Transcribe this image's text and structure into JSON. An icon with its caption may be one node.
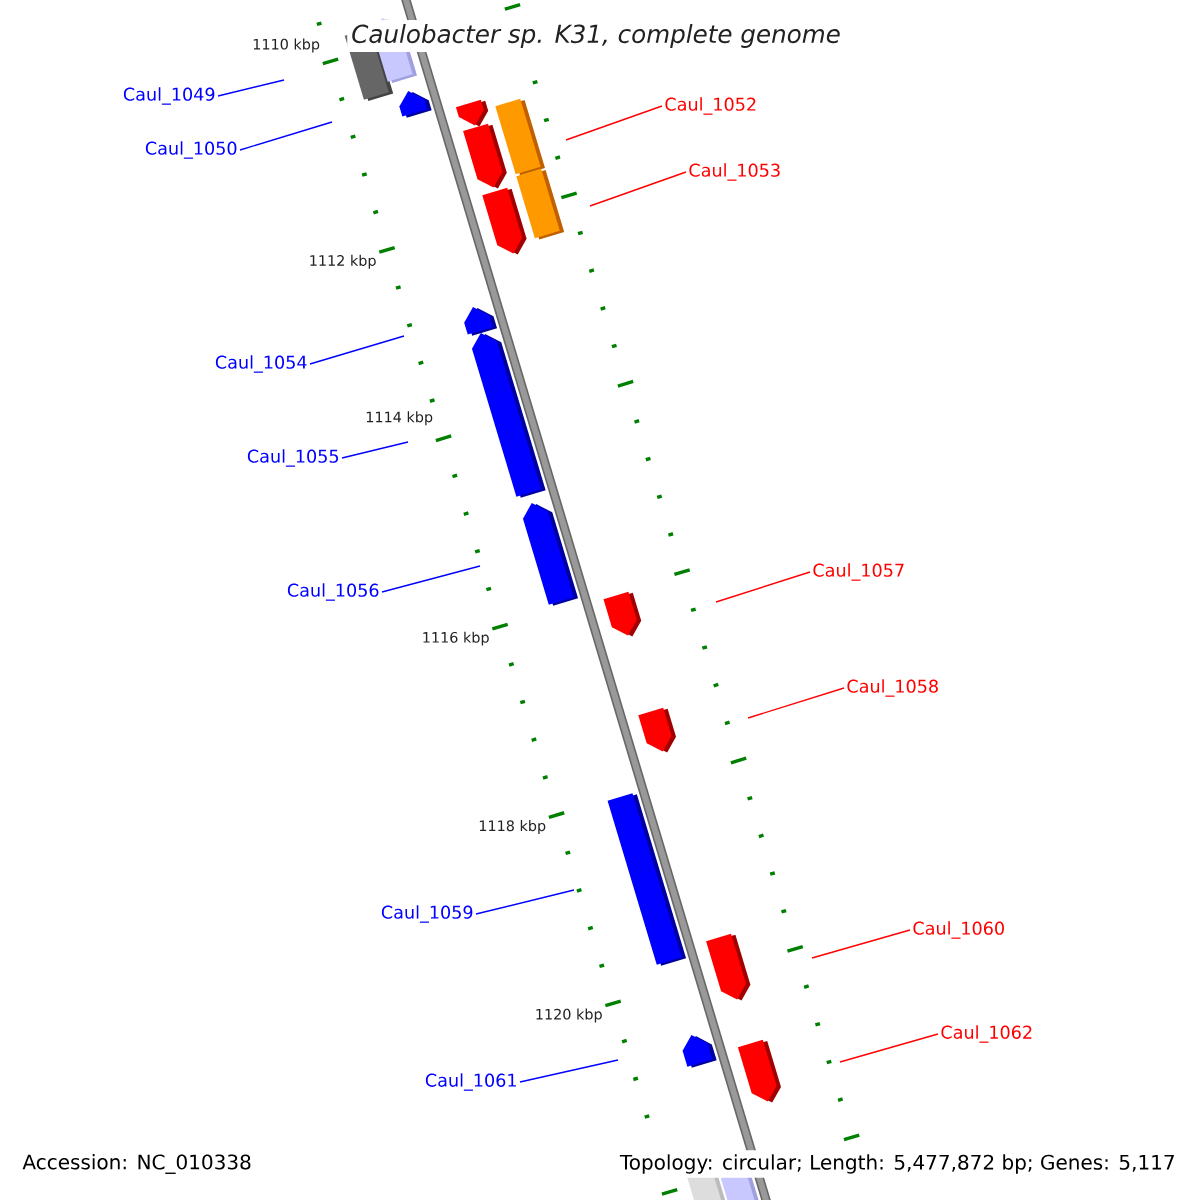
{
  "diagram": {
    "title": "Caulobacter sp. K31, complete genome",
    "nodes": [
      {
        "text": [
          "Caul_1049"
        ]
      },
      {
        "text": [
          "Caul_1050"
        ]
      },
      {
        "text": [
          "Caul_1052"
        ]
      },
      {
        "text": [
          "Caul_1053"
        ]
      },
      {
        "text": [
          "Caul_1054"
        ]
      },
      {
        "text": [
          "Caul_1055"
        ]
      },
      {
        "text": [
          "Caul_1056"
        ]
      },
      {
        "text": [
          "Caul_1057"
        ]
      },
      {
        "text": [
          "Caul_1058"
        ]
      },
      {
        "text": [
          "Caul_1059"
        ]
      },
      {
        "text": [
          "Caul_1060"
        ]
      },
      {
        "text": [
          "Caul_1062"
        ]
      },
      {
        "text": [
          "Caul_1061"
        ]
      }
    ],
    "edges": [
      {
        "from": 0,
        "to": null,
        "arrow": "none"
      },
      {
        "from": 1,
        "to": null,
        "arrow": "none"
      },
      {
        "from": 2,
        "to": null,
        "arrow": "none",
        "color": "#ff0000"
      },
      {
        "from": 3,
        "to": null,
        "arrow": "none",
        "color": "#ff0000"
      },
      {
        "from": 4,
        "to": null,
        "arrow": "none"
      },
      {
        "from": 5,
        "to": null,
        "arrow": "none"
      },
      {
        "from": 6,
        "to": null,
        "arrow": "none"
      },
      {
        "from": 7,
        "to": null,
        "arrow": "none",
        "color": "#ff0000"
      },
      {
        "from": 8,
        "to": null,
        "arrow": "none",
        "color": "#ff0000"
      },
      {
        "from": 9,
        "to": null,
        "arrow": "none"
      },
      {
        "from": 10,
        "to": null,
        "arrow": "none",
        "color": "#ff0000"
      },
      {
        "from": 11,
        "to": null,
        "arrow": "none",
        "color": "#ff0000"
      },
      {
        "from": 12,
        "to": null,
        "arrow": "none"
      }
    ],
    "labels": [
      "1110 kbp",
      "1112 kbp",
      "1114 kbp",
      "1116 kbp",
      "1118 kbp",
      "1120 kbp",
      "Accession: NC_010338",
      "Topology: circular; Length: 5,477,872 bp; Genes: 5,117"
    ]
  }
}
